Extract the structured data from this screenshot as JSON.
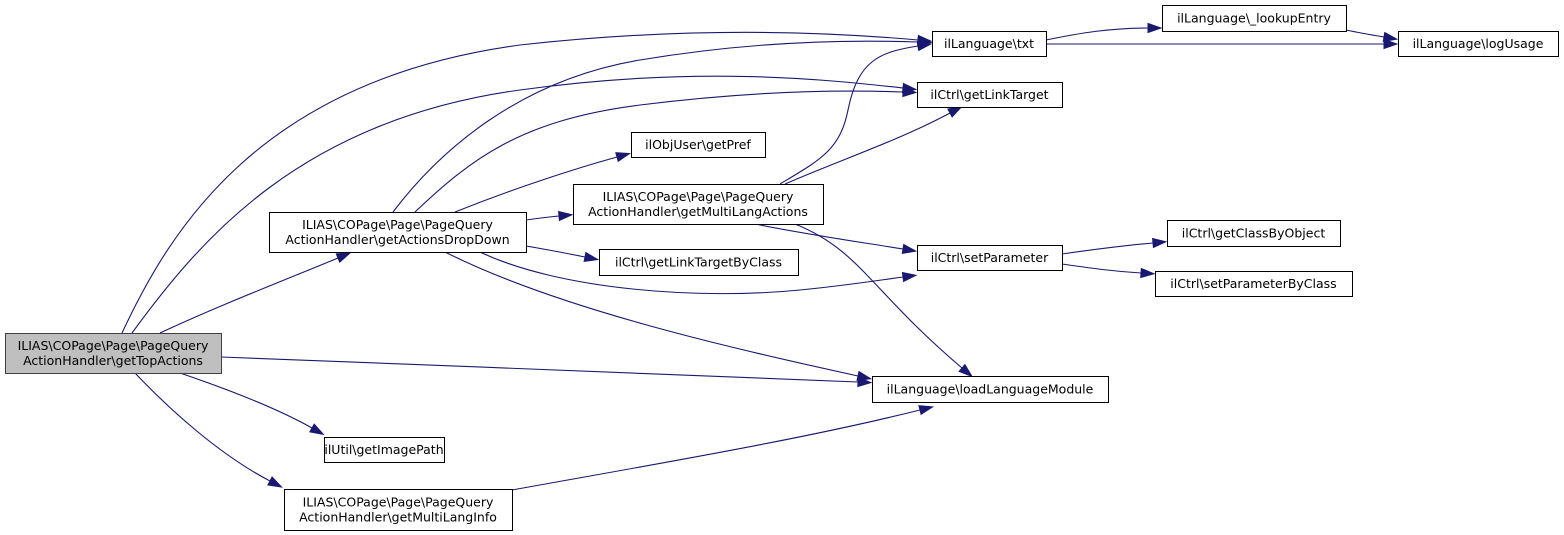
{
  "title": "Call graph of ILIAS\\COPage\\Page\\PageQueryActionHandler\\getTopActions",
  "colors": {
    "edge": "#191970",
    "root_fill": "#bfbfbf",
    "node_fill": "#ffffff",
    "border": "#000000"
  },
  "nodes": [
    {
      "id": "getTopActions",
      "lines": [
        "ILIAS\\COPage\\Page\\PageQuery",
        "ActionHandler\\getTopActions"
      ],
      "root": true
    },
    {
      "id": "getActionsDropDown",
      "lines": [
        "ILIAS\\COPage\\Page\\PageQuery",
        "ActionHandler\\getActionsDropDown"
      ]
    },
    {
      "id": "getMultiLangActions",
      "lines": [
        "ILIAS\\COPage\\Page\\PageQuery",
        "ActionHandler\\getMultiLangActions"
      ]
    },
    {
      "id": "getPref",
      "lines": [
        "ilObjUser\\getPref"
      ]
    },
    {
      "id": "getLinkTargetByClass",
      "lines": [
        "ilCtrl\\getLinkTargetByClass"
      ]
    },
    {
      "id": "txt",
      "lines": [
        "ilLanguage\\txt"
      ]
    },
    {
      "id": "getLinkTarget",
      "lines": [
        "ilCtrl\\getLinkTarget"
      ]
    },
    {
      "id": "lookupEntry",
      "lines": [
        "ilLanguage\\_lookupEntry"
      ]
    },
    {
      "id": "logUsage",
      "lines": [
        "ilLanguage\\logUsage"
      ]
    },
    {
      "id": "setParameter",
      "lines": [
        "ilCtrl\\setParameter"
      ]
    },
    {
      "id": "getClassByObject",
      "lines": [
        "ilCtrl\\getClassByObject"
      ]
    },
    {
      "id": "setParameterByClass",
      "lines": [
        "ilCtrl\\setParameterByClass"
      ]
    },
    {
      "id": "loadLanguageModule",
      "lines": [
        "ilLanguage\\loadLanguageModule"
      ]
    },
    {
      "id": "getImagePath",
      "lines": [
        "ilUtil\\getImagePath"
      ]
    },
    {
      "id": "getMultiLangInfo",
      "lines": [
        "ILIAS\\COPage\\Page\\PageQuery",
        "ActionHandler\\getMultiLangInfo"
      ]
    }
  ],
  "edges": [
    {
      "from": "getTopActions",
      "to": "txt"
    },
    {
      "from": "getTopActions",
      "to": "getLinkTarget"
    },
    {
      "from": "getTopActions",
      "to": "getActionsDropDown"
    },
    {
      "from": "getTopActions",
      "to": "loadLanguageModule"
    },
    {
      "from": "getTopActions",
      "to": "getImagePath"
    },
    {
      "from": "getTopActions",
      "to": "getMultiLangInfo"
    },
    {
      "from": "getActionsDropDown",
      "to": "txt"
    },
    {
      "from": "getActionsDropDown",
      "to": "getLinkTarget"
    },
    {
      "from": "getActionsDropDown",
      "to": "getPref"
    },
    {
      "from": "getActionsDropDown",
      "to": "getMultiLangActions"
    },
    {
      "from": "getActionsDropDown",
      "to": "getLinkTargetByClass"
    },
    {
      "from": "getActionsDropDown",
      "to": "setParameter"
    },
    {
      "from": "getActionsDropDown",
      "to": "loadLanguageModule"
    },
    {
      "from": "getMultiLangActions",
      "to": "txt"
    },
    {
      "from": "getMultiLangActions",
      "to": "getLinkTarget"
    },
    {
      "from": "getMultiLangActions",
      "to": "setParameter"
    },
    {
      "from": "getMultiLangActions",
      "to": "loadLanguageModule"
    },
    {
      "from": "txt",
      "to": "lookupEntry"
    },
    {
      "from": "txt",
      "to": "logUsage"
    },
    {
      "from": "lookupEntry",
      "to": "logUsage"
    },
    {
      "from": "setParameter",
      "to": "getClassByObject"
    },
    {
      "from": "setParameter",
      "to": "setParameterByClass"
    },
    {
      "from": "getMultiLangInfo",
      "to": "loadLanguageModule"
    }
  ]
}
